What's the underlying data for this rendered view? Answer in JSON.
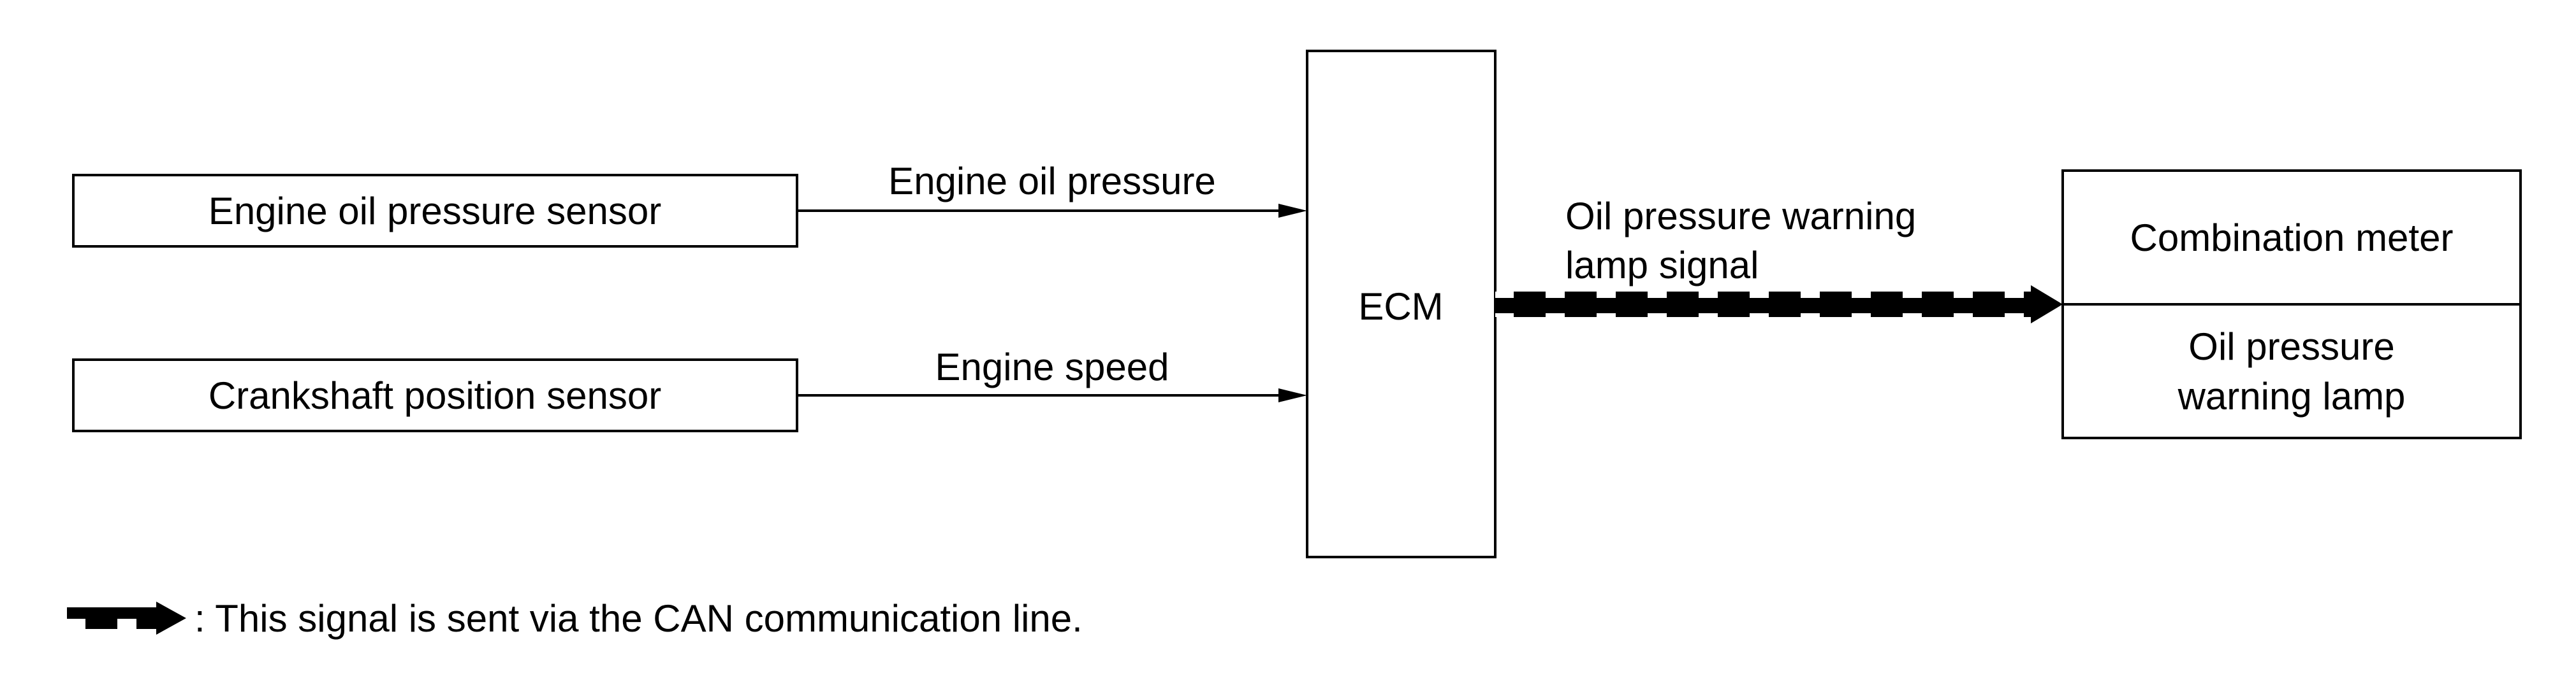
{
  "nodes": {
    "oil_pressure_sensor": "Engine oil pressure sensor",
    "crankshaft_sensor": "Crankshaft position sensor",
    "ecm": "ECM",
    "combination_meter": {
      "title": "Combination meter",
      "lamp_line1": "Oil pressure",
      "lamp_line2": "warning lamp"
    }
  },
  "signals": {
    "oil_pressure": "Engine oil pressure",
    "engine_speed": "Engine speed",
    "warning_line1": "Oil pressure warning",
    "warning_line2": "lamp signal"
  },
  "legend": {
    "text": ": This signal is sent via the CAN communication line."
  },
  "colors": {
    "line": "#000000",
    "background": "#ffffff"
  }
}
